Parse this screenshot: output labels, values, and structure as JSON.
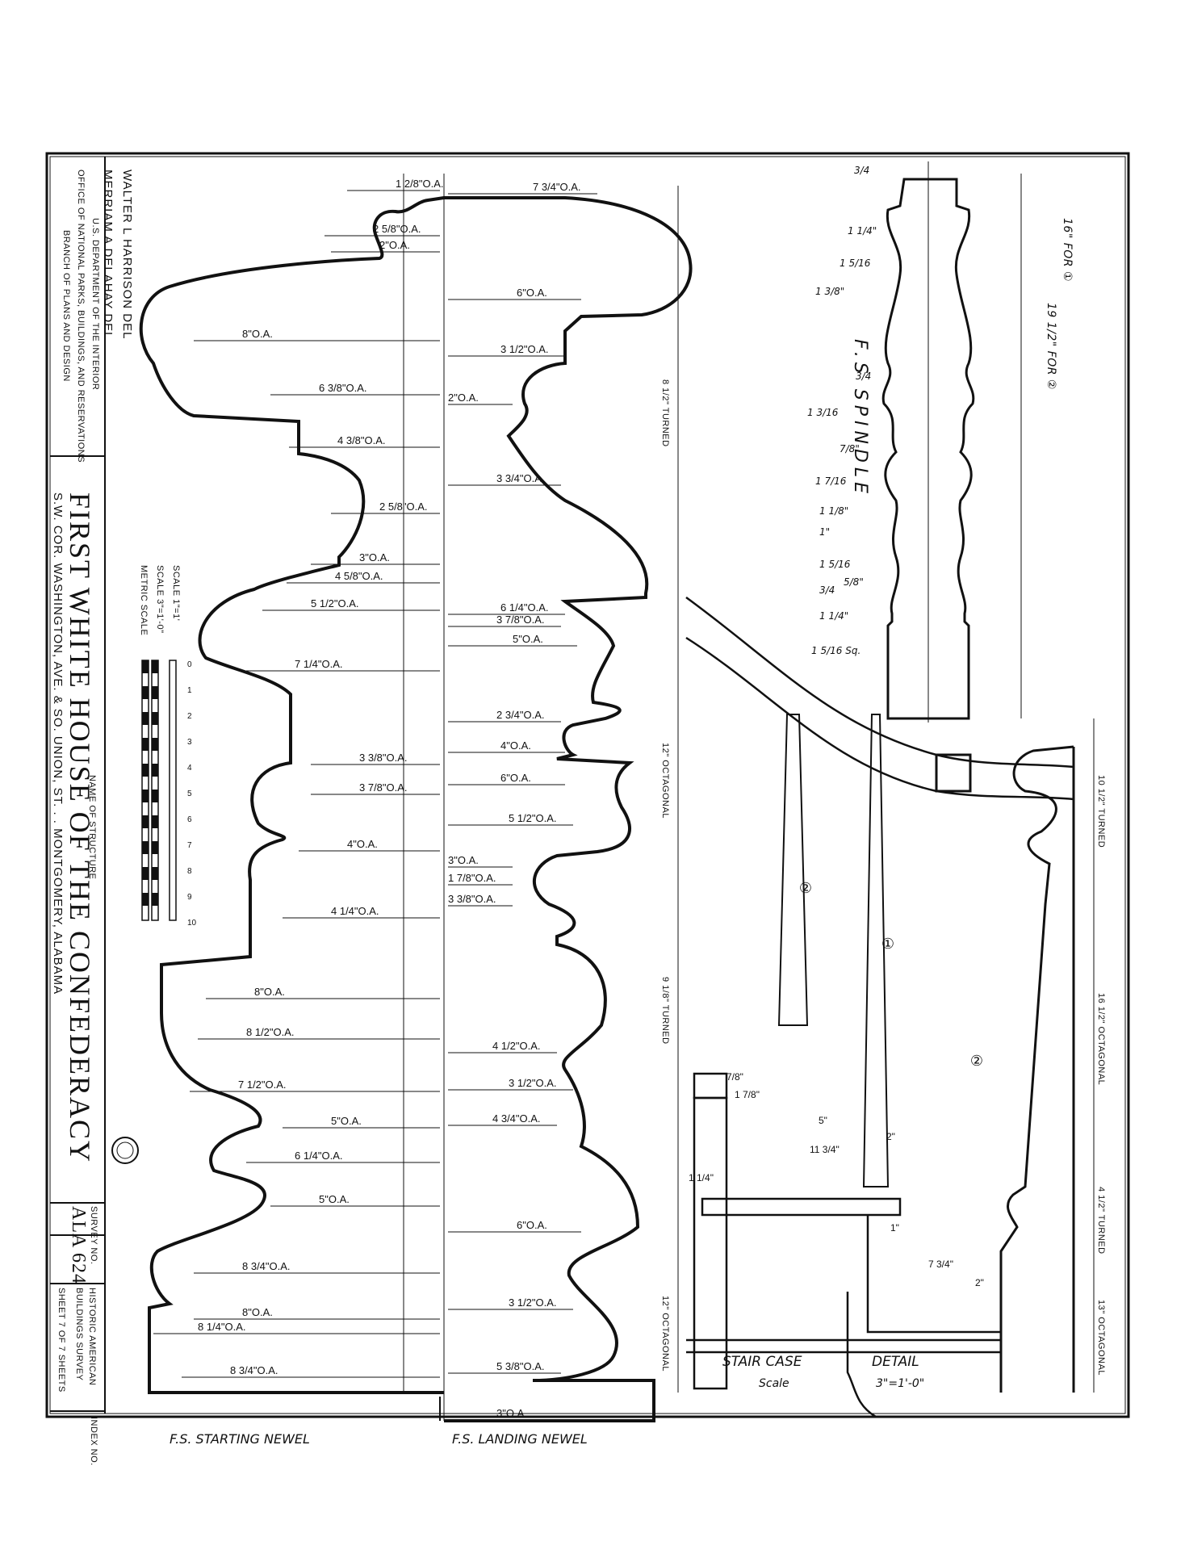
{
  "title_block": {
    "delineators": [
      "WALTER L HARRISON DEL",
      "MERRIAM A DELAHAY DEL"
    ],
    "agency": [
      "U.S. DEPARTMENT OF THE INTERIOR",
      "OFFICE OF NATIONAL PARKS, BUILDINGS, AND RESERVATIONS",
      "BRANCH OF PLANS AND DESIGN"
    ],
    "structure_caption": "NAME OF STRUCTURE",
    "structure_name": "FIRST WHITE HOUSE OF THE CONFEDERACY",
    "location": "S.W. COR. WASHINGTON, AVE. & SO. UNION, ST. . . MONTGOMERY, ALABAMA",
    "survey_caption": "SURVEY NO.",
    "survey_no": "ALA 624",
    "habs": [
      "HISTORIC AMERICAN",
      "BUILDINGS SURVEY"
    ],
    "sheet_line": "SHEET 7 OF 7 SHEETS",
    "index_caption": "INDEX NO.",
    "scales": [
      "SCALE 1\"=1'",
      "SCALE 3\"=1'-0\"",
      "METRIC SCALE"
    ],
    "scale_numbers": [
      "0",
      "1",
      "2",
      "3",
      "4",
      "5",
      "6",
      "7",
      "8",
      "9",
      "10"
    ]
  },
  "captions": {
    "starting_newel": "F.S. STARTING NEWEL",
    "landing_newel": "F.S. LANDING NEWEL",
    "spindle": "F.S SPINDLE",
    "stair_case": "STAIR CASE",
    "detail": "DETAIL",
    "scale_word": "Scale",
    "scale_value": "3\"=1'-0\""
  },
  "starting_newel_dims": [
    "1 2/8\"O.A.",
    "2 5/8\"O.A.",
    "2\"O.A.",
    "8\"O.A.",
    "6 3/8\"O.A.",
    "4 3/8\"O.A.",
    "2 5/8\"O.A.",
    "3\"O.A.",
    "4 5/8\"O.A.",
    "5 1/2\"O.A.",
    "7 1/4\"O.A.",
    "3 3/8\"O.A.",
    "3 7/8\"O.A.",
    "4\"O.A.",
    "4 1/4\"O.A.",
    "8\"O.A.",
    "8 1/2\"O.A.",
    "7 1/2\"O.A.",
    "5\"O.A.",
    "6 1/4\"O.A.",
    "5\"O.A.",
    "8 3/4\"O.A.",
    "8\"O.A.",
    "8 1/4\"O.A.",
    "8 3/4\"O.A."
  ],
  "landing_newel_dims": [
    "7 3/4\"O.A.",
    "6\"O.A.",
    "3 1/2\"O.A.",
    "2\"O.A.",
    "3 3/4\"O.A.",
    "6 1/4\"O.A.",
    "3 7/8\"O.A.",
    "5\"O.A.",
    "2 3/4\"O.A.",
    "4\"O.A.",
    "6\"O.A.",
    "5 1/2\"O.A.",
    "3\"O.A.",
    "1 7/8\"O.A.",
    "3 3/8\"O.A.",
    "4 1/2\"O.A.",
    "3 1/2\"O.A.",
    "4 3/4\"O.A.",
    "6\"O.A.",
    "3 1/2\"O.A.",
    "5 3/8\"O.A.",
    "3\"O.A."
  ],
  "vertical_notes": {
    "turned_upper": "8 1/2\" TURNED",
    "turned_lower": "9 1/8\" TURNED",
    "octagonal_12_a": "12\" OCTAGONAL",
    "octagonal_12_b": "12\" OCTAGONAL",
    "turned_10": "10 1/2\" TURNED",
    "octagonal_16": "16 1/2\" OCTAGONAL",
    "turned_4": "4 1/2\" TURNED",
    "octagonal_13": "13\" OCTAGONAL"
  },
  "spindle_dims": [
    "3/4",
    "1 1/4\"",
    "1 5/16",
    "1 3/8\"",
    "3/4",
    "1 3/16",
    "7/8\"",
    "1 7/16",
    "1 1/8\"",
    "1\"",
    "1 5/16",
    "3/4",
    "5/8\"",
    "1 1/4\"",
    "1 5/16 Sq."
  ],
  "spindle_note": [
    "16\" FOR ①",
    "19 1/2\" FOR ②"
  ],
  "stair_dims": [
    "5\"",
    "11 3/4\"",
    "2\"",
    "1\"",
    "7 3/4\"",
    "2\"",
    "1 1/4\"",
    "7/8\"",
    "1 7/8\""
  ],
  "markers": [
    "①",
    "②",
    "②"
  ]
}
